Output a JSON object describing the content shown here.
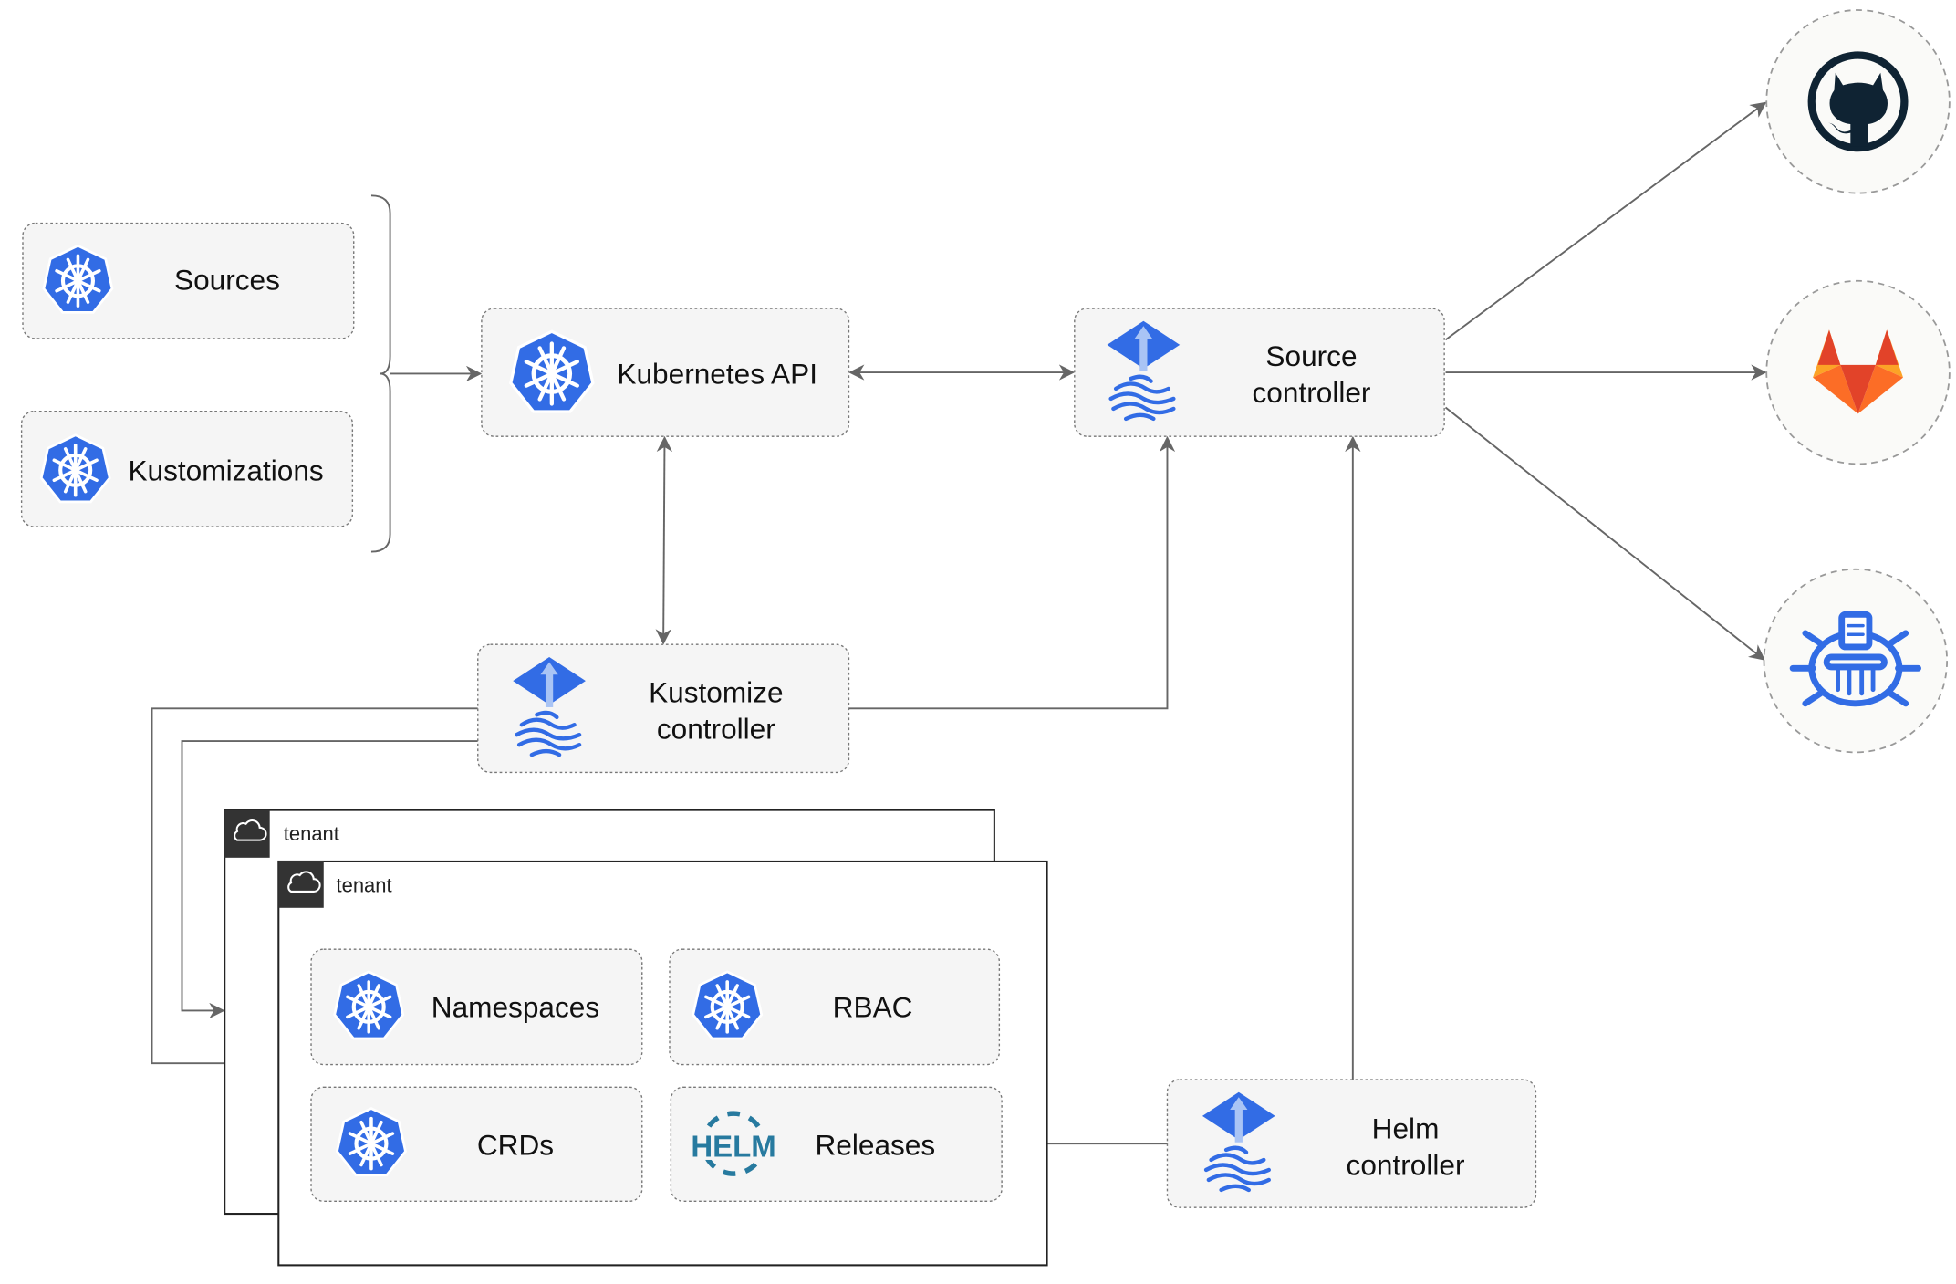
{
  "nodes": {
    "sources": "Sources",
    "kustomizations": "Kustomizations",
    "kubernetes_api": "Kubernetes API",
    "source_controller": [
      "Source",
      "controller"
    ],
    "kustomize_controller": [
      "Kustomize",
      "controller"
    ],
    "helm_controller": [
      "Helm",
      "controller"
    ],
    "namespaces": "Namespaces",
    "rbac": "RBAC",
    "crds": "CRDs",
    "releases": "Releases"
  },
  "tenants": [
    "tenant",
    "tenant"
  ],
  "external_sources": [
    {
      "icon": "github-icon"
    },
    {
      "icon": "gitlab-icon"
    },
    {
      "icon": "bucket-icon"
    }
  ],
  "helm_logo_text": "HELM",
  "colors": {
    "kubernetes_blue": "#326ce5",
    "github_dark": "#0f2333",
    "gitlab_orange": "#e24329",
    "gitlab_yellow": "#fca326",
    "helm_blue": "#277a9f",
    "edge": "#666666"
  }
}
